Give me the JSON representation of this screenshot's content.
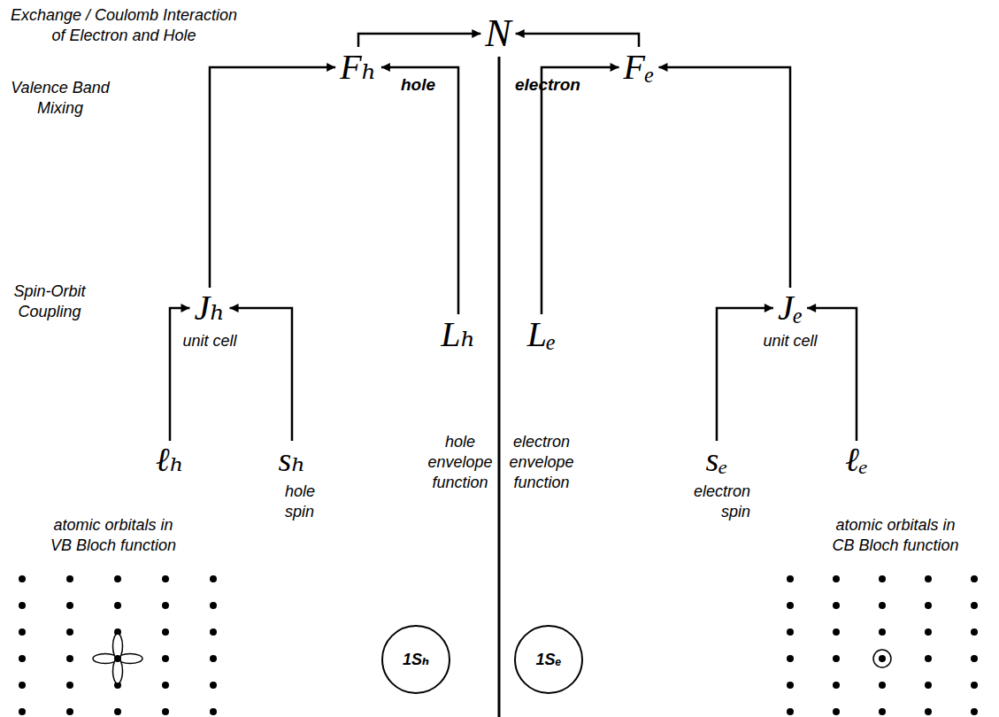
{
  "diagram": {
    "nodes": [
      {
        "text": [
          "N"
        ]
      },
      {
        "text": [
          "Fₕ"
        ]
      },
      {
        "text": [
          "Fₑ"
        ]
      },
      {
        "text": [
          "Jₕ"
        ]
      },
      {
        "text": [
          "Lₕ"
        ]
      },
      {
        "text": [
          "Lₑ"
        ]
      },
      {
        "text": [
          "Jₑ"
        ]
      },
      {
        "text": [
          "ℓₕ"
        ]
      },
      {
        "text": [
          "sₕ"
        ]
      },
      {
        "text": [
          "sₑ"
        ]
      },
      {
        "text": [
          "ℓₑ"
        ]
      },
      {
        "text": [
          "1Sₕ"
        ]
      },
      {
        "text": [
          "1Sₑ"
        ]
      }
    ],
    "edges": [
      {
        "from": 7,
        "to": 3,
        "arrow": "to"
      },
      {
        "from": 8,
        "to": 3,
        "arrow": "to"
      },
      {
        "from": 3,
        "to": 1,
        "arrow": "to"
      },
      {
        "from": 4,
        "to": 1,
        "arrow": "to"
      },
      {
        "from": 1,
        "to": 0,
        "arrow": "to"
      },
      {
        "from": 2,
        "to": 0,
        "arrow": "to"
      },
      {
        "from": 5,
        "to": 2,
        "arrow": "to"
      },
      {
        "from": 6,
        "to": 2,
        "arrow": "to"
      },
      {
        "from": 9,
        "to": 6,
        "arrow": "to"
      },
      {
        "from": 10,
        "to": 6,
        "arrow": "to"
      }
    ],
    "labels": [
      "Exchange / Coulomb Interaction of Electron and Hole",
      "hole",
      "electron",
      "Valence Band Mixing",
      "Spin-Orbit Coupling",
      "unit cell",
      "unit cell",
      "hole spin",
      "hole envelope function",
      "electron envelope function",
      "electron spin",
      "atomic orbitals in VB Bloch function",
      "atomic orbitals in CB Bloch function"
    ]
  }
}
